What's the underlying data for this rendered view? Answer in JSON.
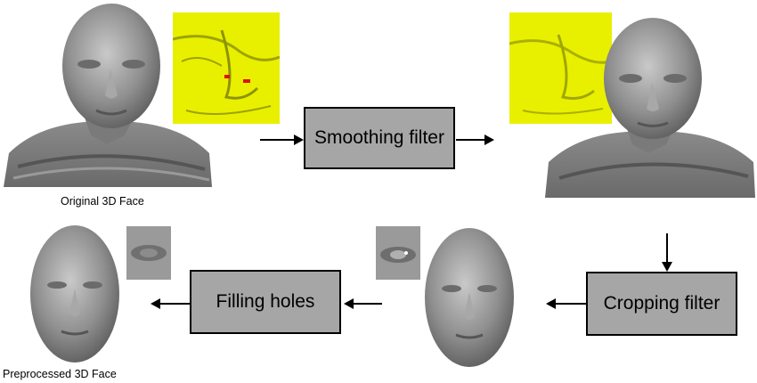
{
  "steps": {
    "smoothing": "Smoothing filter",
    "cropping": "Cropping filter",
    "filling": "Filling holes"
  },
  "captions": {
    "original": "Original 3D Face",
    "preprocessed": "Preprocessed 3D Face"
  },
  "colors": {
    "box_fill": "#a6a6a6",
    "box_border": "#000000",
    "mesh_gray": "#8c8c8c",
    "closeup_yellow": "#e8f000",
    "spike_red": "#e01010"
  }
}
